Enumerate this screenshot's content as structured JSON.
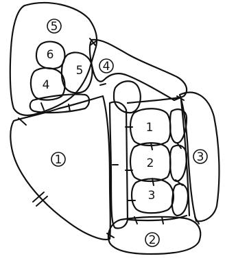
{
  "diagram": {
    "regions": [
      {
        "id": "region-1",
        "label": "1",
        "circled": true
      },
      {
        "id": "region-2",
        "label": "2",
        "circled": true
      },
      {
        "id": "region-3",
        "label": "3",
        "circled": true
      },
      {
        "id": "region-4",
        "label": "4",
        "circled": true
      },
      {
        "id": "region-5",
        "label": "5",
        "circled": true
      }
    ],
    "cells": [
      {
        "id": "left-cell-6",
        "label": "6"
      },
      {
        "id": "left-cell-5",
        "label": "5"
      },
      {
        "id": "left-cell-4",
        "label": "4"
      },
      {
        "id": "right-cell-1",
        "label": "1"
      },
      {
        "id": "right-cell-2",
        "label": "2"
      },
      {
        "id": "right-cell-3",
        "label": "3"
      }
    ],
    "stroke_color": "#111111",
    "background_color": "#ffffff"
  }
}
